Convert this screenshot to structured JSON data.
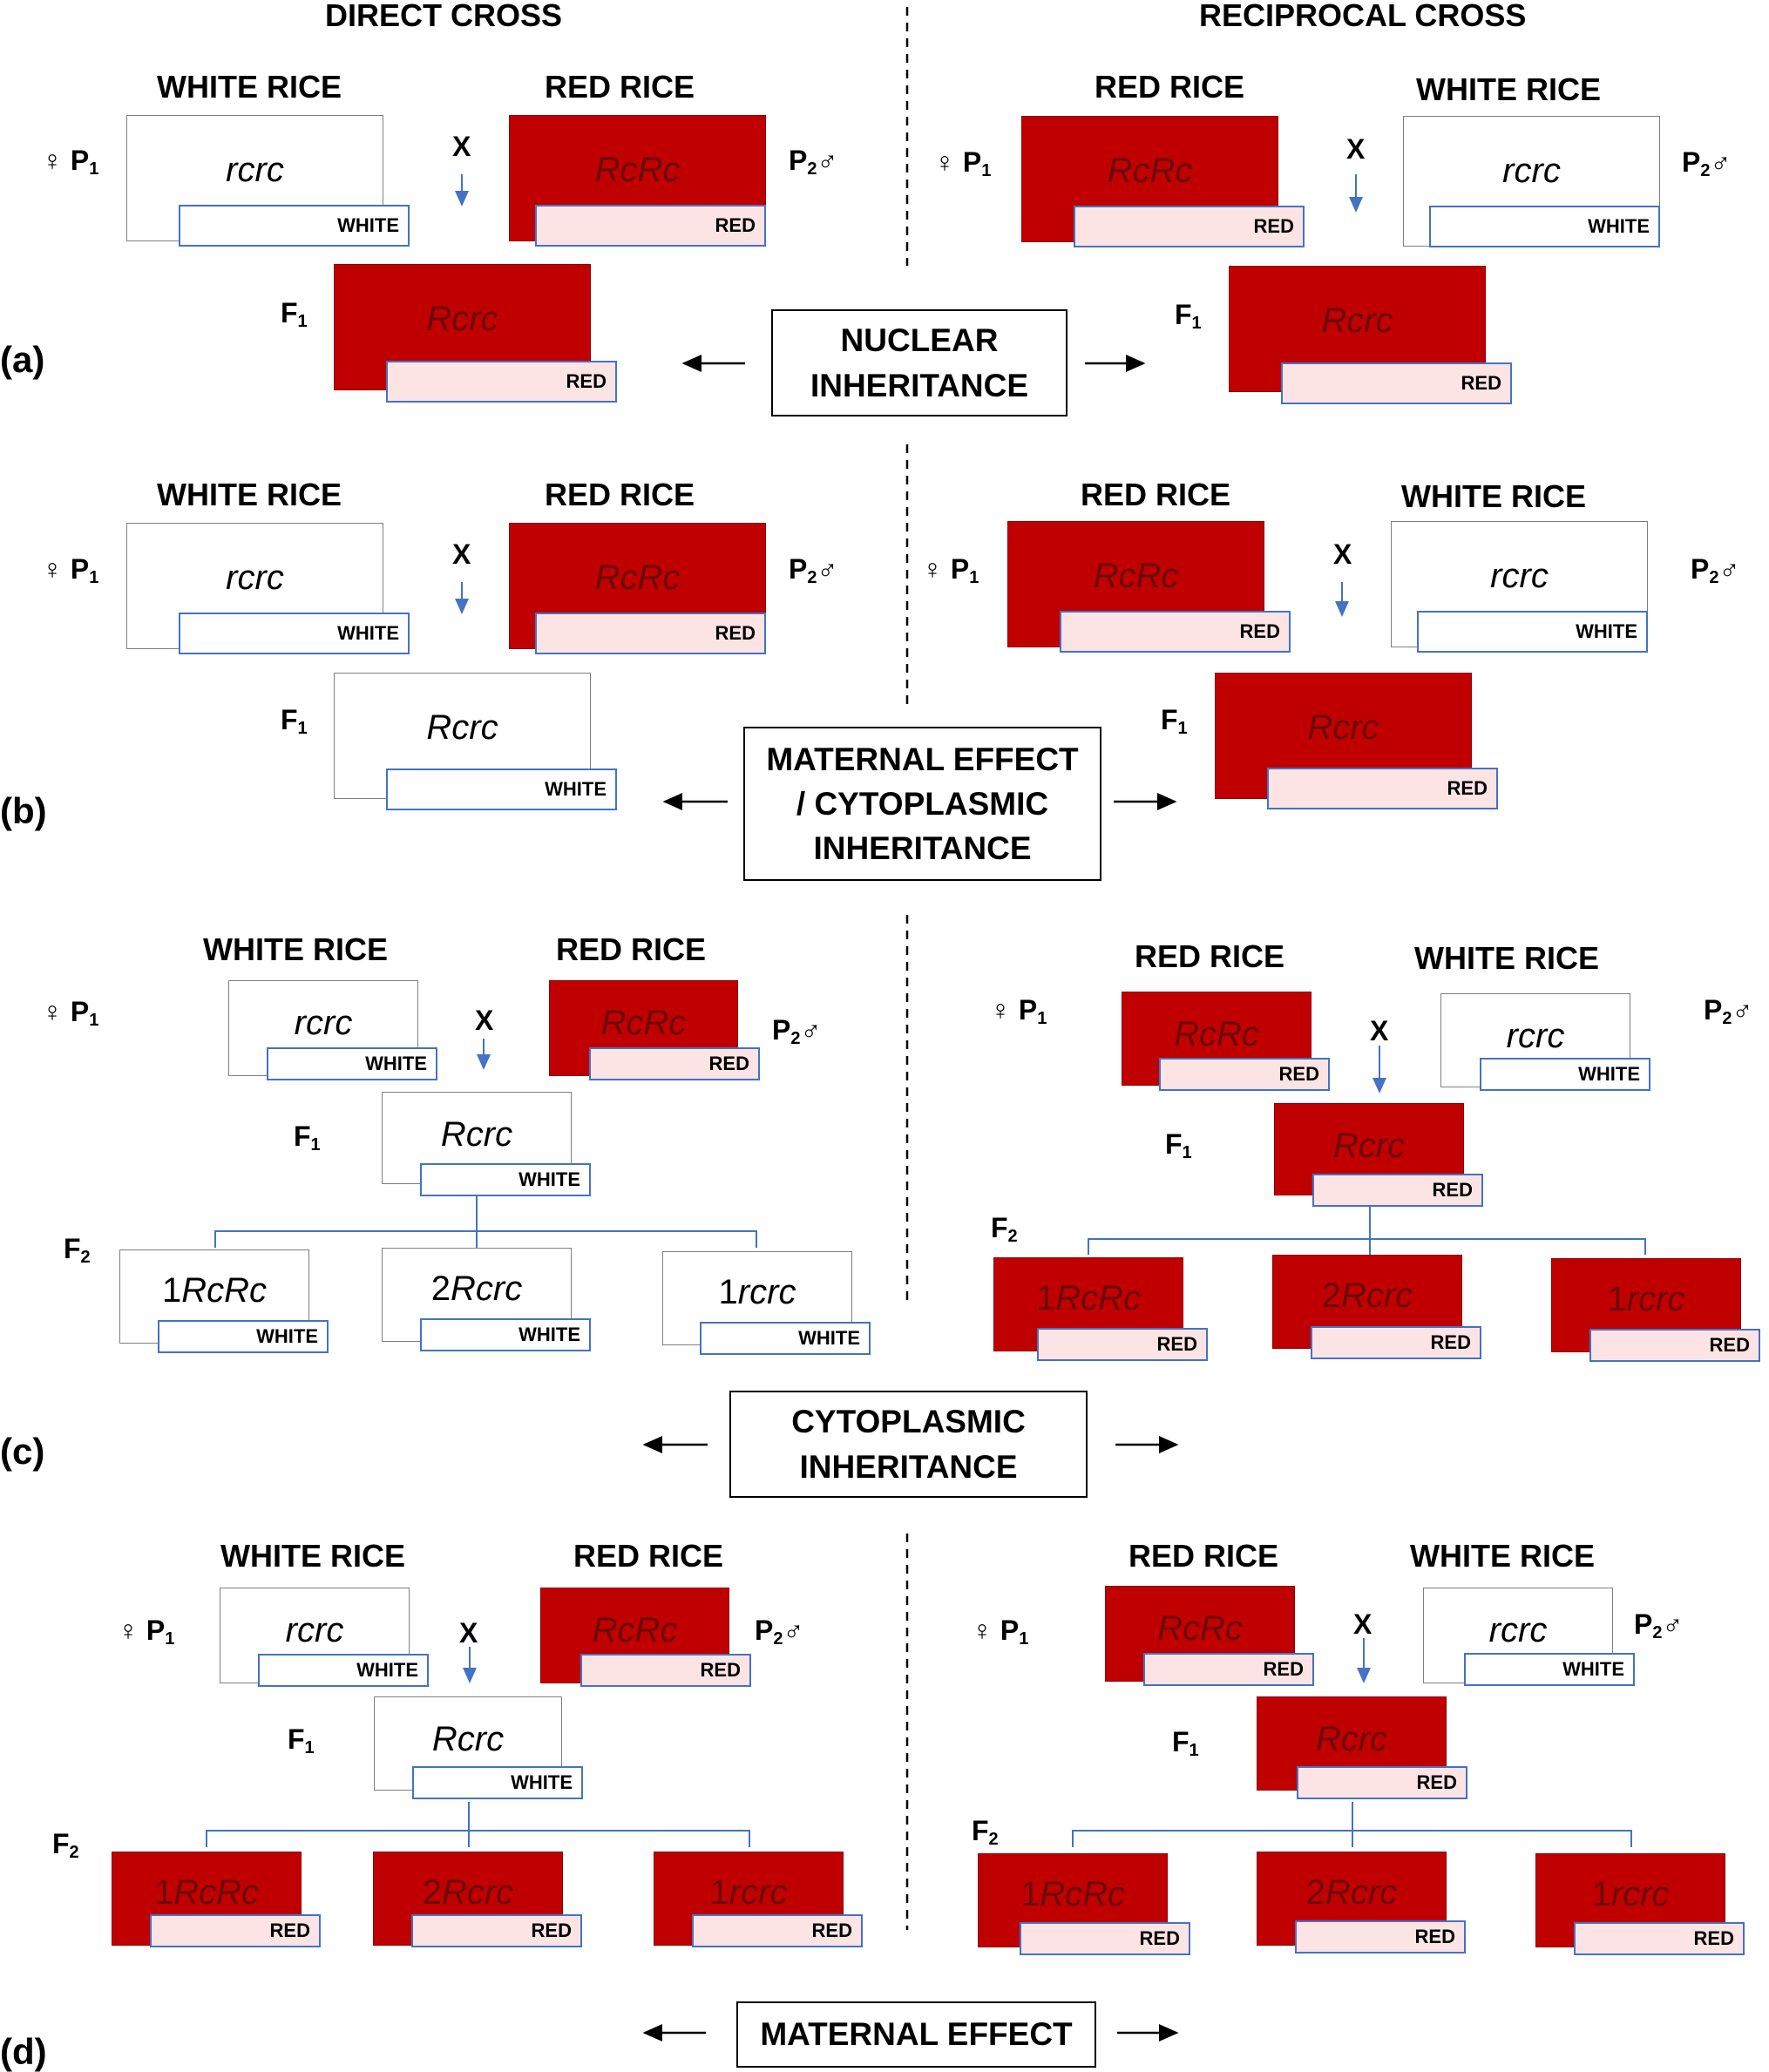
{
  "headers": {
    "direct": "DIRECT CROSS",
    "reciprocal": "RECIPROCAL CROSS"
  },
  "rice": {
    "white": "WHITE RICE",
    "red": "RED RICE"
  },
  "tags": {
    "white": "WHITE",
    "red": "RED"
  },
  "genotypes": {
    "rcrc": "rcrc",
    "RcRc": "RcRc",
    "Rcrc": "Rcrc",
    "n1": "1",
    "n2": "2"
  },
  "symbols": {
    "female": "♀",
    "male": "♂",
    "P": "P",
    "F": "F",
    "sub1": "1",
    "sub2": "2",
    "cross": "X"
  },
  "parts": {
    "a": "(a)",
    "b": "(b)",
    "c": "(c)",
    "d": "(d)"
  },
  "labels": {
    "a": [
      "NUCLEAR",
      "INHERITANCE"
    ],
    "b": [
      "MATERNAL EFFECT",
      "/ CYTOPLASMIC",
      "INHERITANCE"
    ],
    "c": [
      "CYTOPLASMIC",
      "INHERITANCE"
    ],
    "d": [
      "MATERNAL EFFECT"
    ]
  },
  "colors": {
    "red_grain": "#c00000",
    "tag_border": "#4472c4",
    "tag_red_fill": "#fce4e4",
    "link": "#4472c4"
  }
}
